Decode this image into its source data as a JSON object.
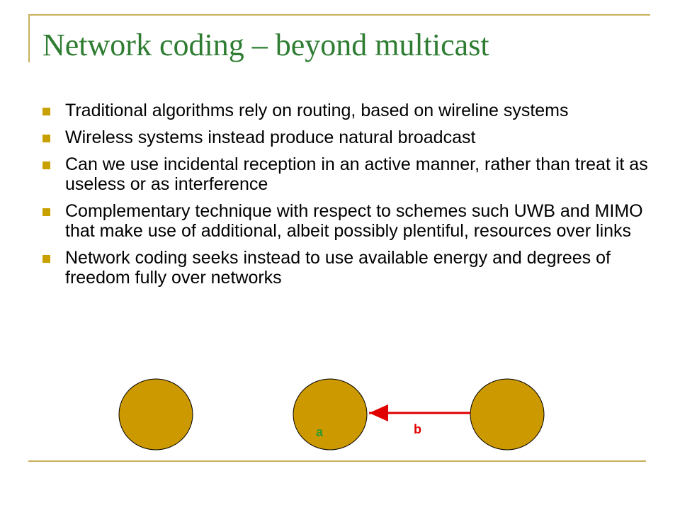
{
  "slide": {
    "title": "Network coding – beyond multicast",
    "bullets": [
      "Traditional algorithms rely on routing, based on wireline systems",
      "Wireless systems instead produce natural broadcast",
      "Can we use incidental reception in an active manner, rather than treat it as useless or as interference",
      "Complementary technique with respect to schemes such UWB and MIMO that make use of additional, albeit possibly plentiful, resources over links",
      "Network coding seeks instead to use available energy and degrees of freedom fully over networks"
    ]
  },
  "diagram": {
    "node_fill": "#cc9900",
    "node_stroke": "#000000",
    "edge_color": "#e00000",
    "label_a": "a",
    "label_a_color": "#2e9a2e",
    "label_b": "b",
    "label_b_color": "#e00000"
  },
  "colors": {
    "title": "#2e7d32",
    "bullet_marker": "#c8a000",
    "rules": "#c8b05a"
  }
}
